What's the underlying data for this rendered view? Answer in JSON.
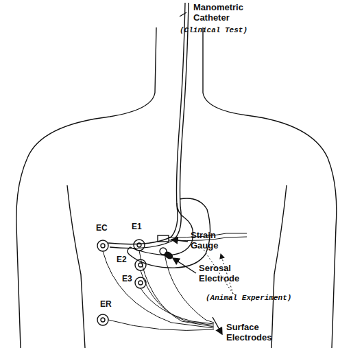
{
  "diagram": {
    "labels": [
      "Manometric Catheter",
      "(Clinical Test)",
      "E1",
      "Strain Gauge",
      "EC",
      "E2",
      "Serosal Electrode",
      "E3",
      "(Animal Experiment)",
      "ER",
      "Surface Electrodes"
    ]
  }
}
